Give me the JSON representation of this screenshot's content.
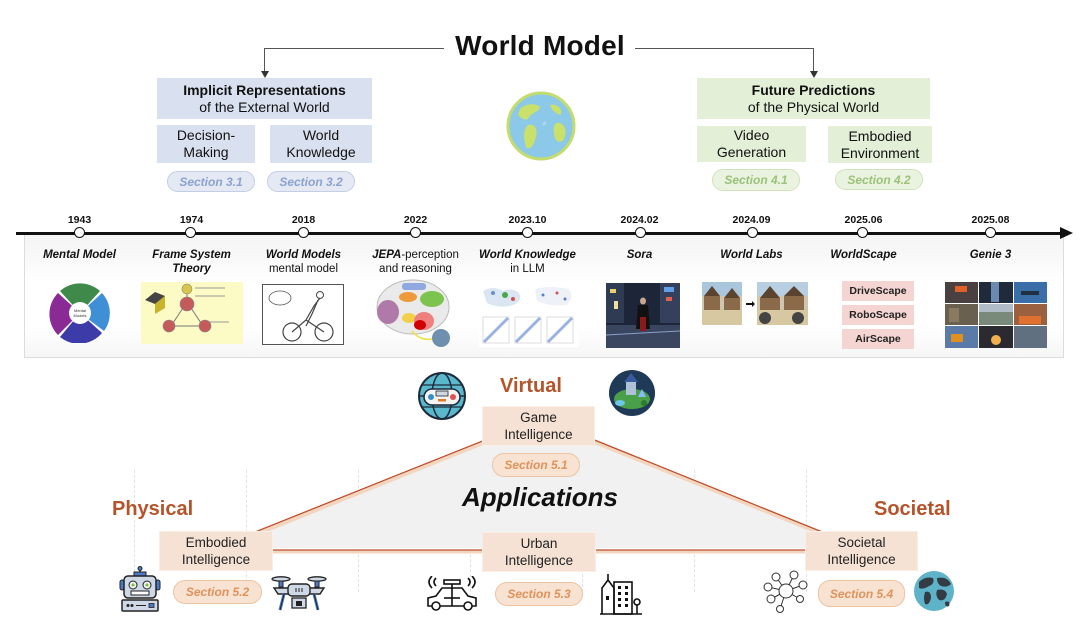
{
  "header": {
    "title": "World Model",
    "globe_icon": "earth-globe-icon"
  },
  "left_branch": {
    "title_bold": "Implicit Representations",
    "title_rest": "of the External World",
    "color": "#d9e0f0",
    "items": [
      {
        "line1": "Decision-",
        "line2": "Making",
        "section": "Section 3.1"
      },
      {
        "line1": "World",
        "line2": "Knowledge",
        "section": "Section 3.2"
      }
    ]
  },
  "right_branch": {
    "title_bold": "Future Predictions",
    "title_rest": "of the Physical World",
    "color": "#e3efd7",
    "items": [
      {
        "line1": "Video",
        "line2": "Generation",
        "section": "Section 4.1"
      },
      {
        "line1": "Embodied",
        "line2": "Environment",
        "section": "Section 4.2"
      }
    ]
  },
  "timeline": [
    {
      "year": "1943",
      "title_italic": "Mental Model",
      "title_rest": "",
      "title_line2": "",
      "image": "mental-model-wheel"
    },
    {
      "year": "1974",
      "title_italic": "Frame System",
      "title_rest": "",
      "title_line2": "Theory",
      "line2_italic": true,
      "image": "frame-system-diagram"
    },
    {
      "year": "2018",
      "title_italic": "World Models",
      "title_rest": "",
      "title_line2": "mental model",
      "image": "cyclist-sketch"
    },
    {
      "year": "2022",
      "title_italic": "JEPA",
      "title_rest": "-perception",
      "title_line2": "and reasoning",
      "image": "jepa-brain-diagram"
    },
    {
      "year": "2023.10",
      "title_italic": "World Knowledge",
      "title_rest": "",
      "title_line2": "in LLM",
      "image": "llm-world-maps"
    },
    {
      "year": "2024.02",
      "title_italic": "Sora",
      "title_rest": "",
      "title_line2": "",
      "image": "sora-city-street"
    },
    {
      "year": "2024.09",
      "title_italic": "World Labs",
      "title_rest": "",
      "title_line2": "",
      "image": "world-labs-village"
    },
    {
      "year": "2025.06",
      "title_italic": "WorldScape",
      "title_rest": "",
      "title_line2": "",
      "scapes": [
        "DriveScape",
        "RoboScape",
        "AirScape"
      ]
    },
    {
      "year": "2025.08",
      "title_italic": "Genie 3",
      "title_rest": "",
      "title_line2": "",
      "image": "genie3-grid"
    }
  ],
  "applications": {
    "title": "Applications",
    "accent_color": "#b5542a",
    "virtual": {
      "category": "Virtual",
      "line1": "Game",
      "line2": "Intelligence",
      "section": "Section 5.1"
    },
    "physical": {
      "category": "Physical",
      "line1": "Embodied",
      "line2": "Intelligence",
      "section": "Section 5.2"
    },
    "urban": {
      "line1": "Urban",
      "line2": "Intelligence",
      "section": "Section 5.3"
    },
    "societal": {
      "category": "Societal",
      "line1": "Societal",
      "line2": "Intelligence",
      "section": "Section 5.4"
    }
  }
}
